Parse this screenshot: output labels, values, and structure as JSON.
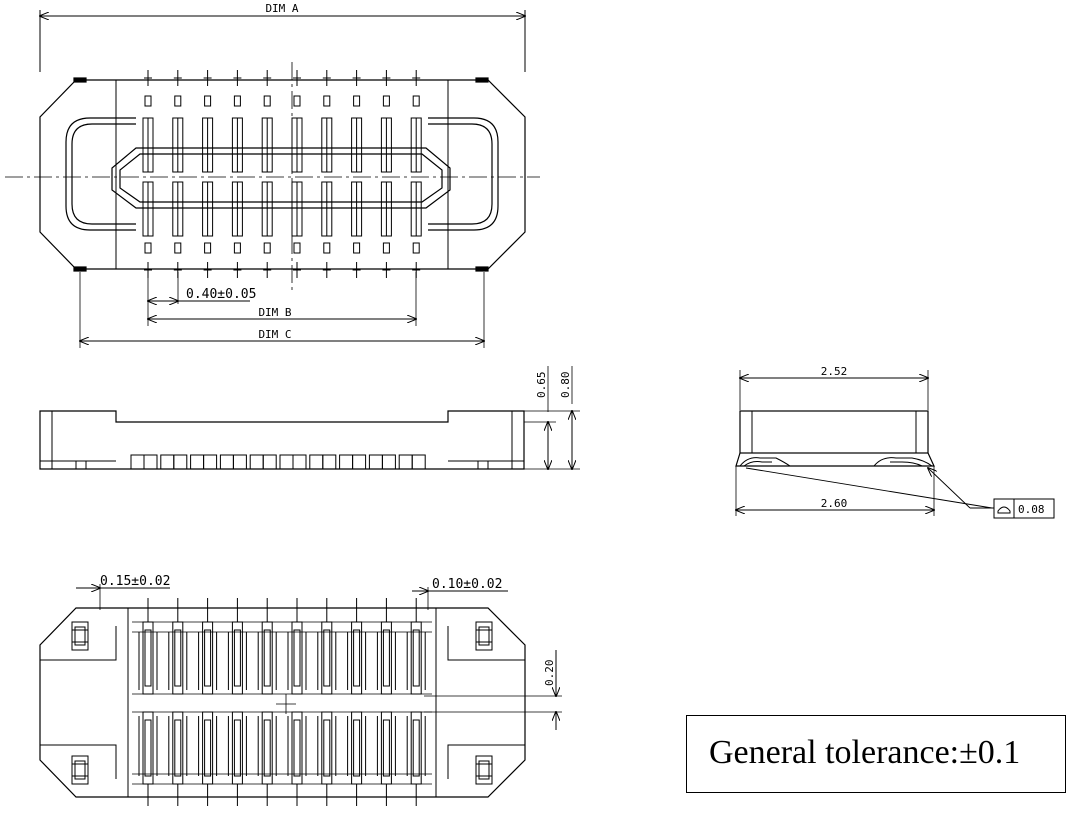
{
  "drawing": {
    "top_view": {
      "dim_a": "DIM A",
      "dim_b": "DIM B",
      "dim_c": "DIM C",
      "pitch": "0.40±0.05",
      "pin_columns": 10
    },
    "side_view": {
      "height_body": "0.65",
      "height_total": "0.80"
    },
    "end_view": {
      "width_top": "2.52",
      "width_bottom": "2.60",
      "flatness_value": "0.08",
      "flatness_symbol": "flatness-icon"
    },
    "bottom_view": {
      "lead_width": "0.15±0.02",
      "lead_gap": "0.10±0.02",
      "offset": "0.20"
    }
  },
  "tolerance_note": "General tolerance:±0.1",
  "colors": {
    "line": "#000000",
    "background": "#ffffff"
  }
}
